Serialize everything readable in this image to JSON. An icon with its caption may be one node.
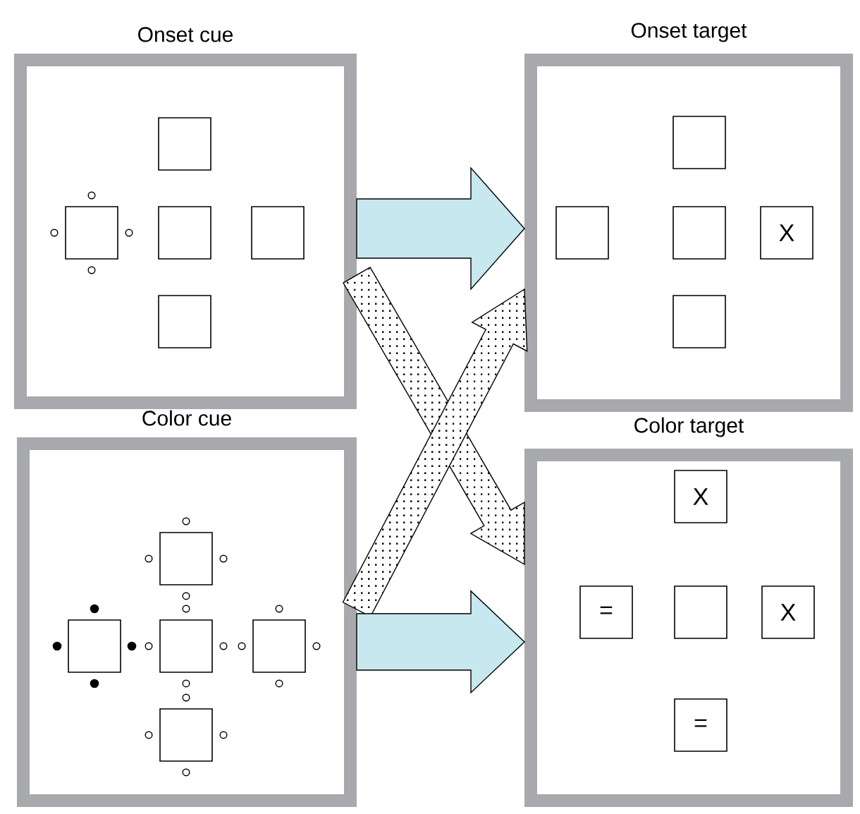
{
  "diagram": {
    "nodes": [
      {
        "text": [
          "Onset cue"
        ]
      },
      {
        "text": [],
        "shape": "box",
        "in": 0
      },
      {
        "text": [],
        "shape": "box",
        "in": 0
      },
      {
        "text": [],
        "shape": "box",
        "in": 0
      },
      {
        "text": [],
        "shape": "box",
        "in": 0
      },
      {
        "text": [],
        "shape": "box",
        "in": 0
      },
      {
        "text": [
          "Onset target"
        ]
      },
      {
        "text": [],
        "shape": "box",
        "in": 6
      },
      {
        "text": [],
        "shape": "box",
        "in": 6
      },
      {
        "text": [],
        "shape": "box",
        "in": 6
      },
      {
        "text": [
          "X"
        ],
        "in": 6
      },
      {
        "text": [],
        "shape": "box",
        "in": 6
      },
      {
        "text": [
          "Color cue"
        ]
      },
      {
        "text": [],
        "shape": "box",
        "in": 12
      },
      {
        "text": [],
        "shape": "box",
        "in": 12
      },
      {
        "text": [],
        "shape": "box",
        "in": 12
      },
      {
        "text": [],
        "shape": "box",
        "in": 12
      },
      {
        "text": [],
        "shape": "box",
        "in": 12
      },
      {
        "text": [
          "Color target"
        ]
      },
      {
        "text": [
          "X"
        ],
        "in": 18
      },
      {
        "text": [
          "="
        ],
        "in": 18
      },
      {
        "text": [],
        "shape": "box",
        "in": 18
      },
      {
        "text": [
          "X"
        ],
        "in": 18
      },
      {
        "text": [
          "="
        ],
        "in": 18
      }
    ],
    "edges": [
      {
        "from": 0,
        "to": 6,
        "arrow": "to",
        "color": "#c6e8ee"
      },
      {
        "from": 0,
        "to": 18,
        "arrow": "to"
      },
      {
        "from": 12,
        "to": 6,
        "arrow": "to"
      },
      {
        "from": 12,
        "to": 18,
        "arrow": "to",
        "color": "#c6e8ee"
      }
    ]
  }
}
